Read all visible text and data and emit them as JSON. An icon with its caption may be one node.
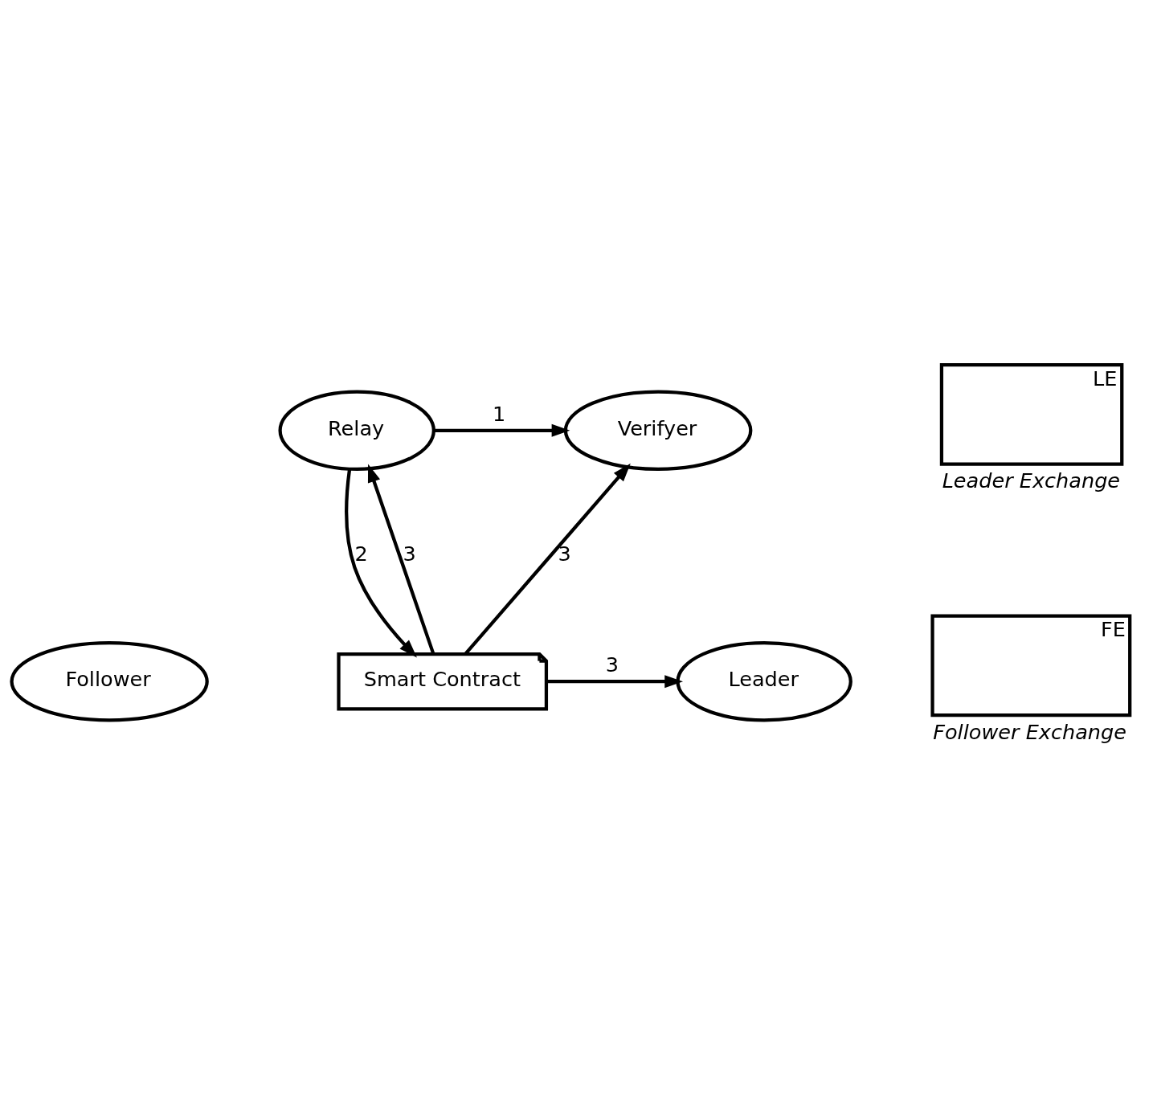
{
  "diagram": {
    "nodes": [
      {
        "text": [
          "Verifyer"
        ]
      },
      {
        "text": [
          "Relay"
        ]
      },
      {
        "text": [
          "Smart Contract"
        ]
      },
      {
        "text": [
          "Follower"
        ]
      },
      {
        "text": [
          "Leader"
        ]
      },
      {
        "text": [
          "LE"
        ],
        "beside": [
          "Leader Exchange"
        ]
      },
      {
        "text": [
          "FE"
        ],
        "beside": [
          "Follower Exchange"
        ]
      }
    ],
    "edges": [
      {
        "from": 1,
        "to": 0,
        "arrow": "to",
        "label": "1"
      },
      {
        "from": 1,
        "to": 2,
        "arrow": "to",
        "label": "2"
      },
      {
        "from": 2,
        "to": 0,
        "arrow": "to",
        "label": "3"
      },
      {
        "from": 2,
        "to": 1,
        "arrow": "to",
        "label": "3"
      },
      {
        "from": 2,
        "to": 4,
        "arrow": "to",
        "label": "3"
      }
    ]
  }
}
